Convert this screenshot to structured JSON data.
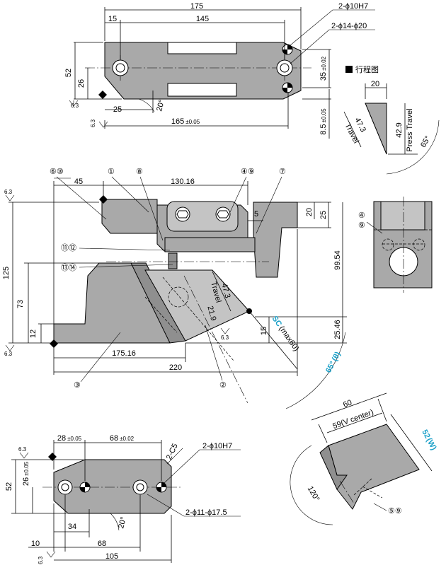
{
  "top_view": {
    "dim_total_length": "175",
    "dim_offset": "15",
    "dim_hole_pitch": "145",
    "dim_height": "52",
    "dim_center_height": "26",
    "dim_slot_offset": "25",
    "dim_angle": "20°",
    "dim_base_length": "165",
    "dim_base_length_tol": "±0.05",
    "dim_hole_spacing": "35",
    "dim_hole_spacing_tol": "±0.02",
    "dim_edge_offset": "8.5",
    "dim_edge_offset_tol": "±0.05",
    "callout_pin_hole": "2-ϕ10H7",
    "callout_cbore": "2-ϕ14-ϕ20",
    "roughness_1": "6.3",
    "roughness_2": "6.3"
  },
  "stroke_diagram": {
    "legend_label": "行程图",
    "dim_width": "20",
    "dim_travel": "47.3",
    "dim_travel_label": "Travel",
    "dim_press_travel": "42.9",
    "dim_press_travel_label": "Press Travel",
    "dim_angle": "65°"
  },
  "front_view": {
    "callout_6_10": "⑥⑩",
    "callout_1": "①",
    "callout_8": "⑧",
    "callout_4_9": "④⑨",
    "callout_7": "⑦",
    "callout_11_12": "⑪⑫",
    "callout_13_14": "⑬⑭",
    "callout_3": "③",
    "callout_2": "②",
    "dim_45": "45",
    "dim_130_16": "130.16",
    "dim_20": "20",
    "dim_25": "25",
    "dim_5": "5",
    "dim_125": "125",
    "dim_73": "73",
    "dim_12": "12",
    "dim_99_54": "99.54",
    "dim_25_46": "25.46",
    "dim_15": "15",
    "dim_175_16": "175.16",
    "dim_220": "220",
    "dim_travel": "47.3",
    "dim_travel_label": "Travel",
    "dim_21_9": "21.9",
    "sc_label": "SC",
    "sc_note": "(max60)",
    "angle_label": "65°",
    "angle_note": "(θ)",
    "roughness_1": "6.3",
    "roughness_2": "6.3",
    "roughness_3": "6.3"
  },
  "side_view": {
    "callout_4": "④",
    "callout_9": "⑨"
  },
  "bottom_view": {
    "dim_28": "28",
    "dim_28_tol": "±0.05",
    "dim_68_top": "68",
    "dim_68_tol": "±0.02",
    "chamfer": "2-C5",
    "callout_pin_hole": "2-ϕ10H7",
    "dim_52": "52",
    "dim_26": "26",
    "dim_26_tol": "±0.05",
    "dim_34": "34",
    "dim_angle": "20°",
    "callout_cbore": "2-ϕ11-ϕ17.5",
    "dim_10": "10",
    "dim_68_bottom": "68",
    "dim_105": "105",
    "roughness_1": "6.3",
    "roughness_2": "6.3"
  },
  "iso_view": {
    "dim_60": "60",
    "dim_59_label": "59(V center)",
    "dim_52_label": "52",
    "dim_52_note": "(W)",
    "dim_angle": "120°",
    "callout_5_9": "⑤⑨"
  }
}
